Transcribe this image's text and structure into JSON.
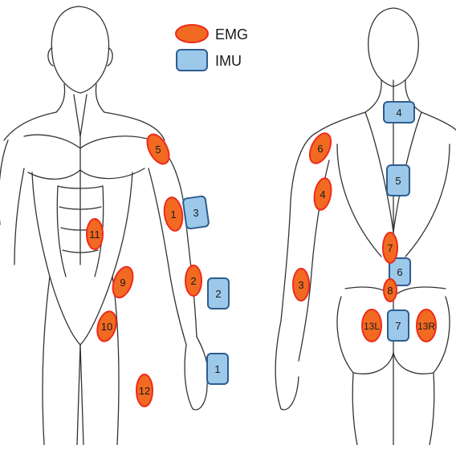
{
  "legend": {
    "emg_label": "EMG",
    "imu_label": "IMU"
  },
  "colors": {
    "emg_fill": "#f26a22",
    "emg_stroke": "#ee2a1b",
    "imu_fill": "#9cc8ea",
    "imu_stroke": "#2d5d8f",
    "line": "#333333"
  },
  "front": {
    "emg": [
      {
        "label": "5"
      },
      {
        "label": "1"
      },
      {
        "label": "11"
      },
      {
        "label": "2"
      },
      {
        "label": "9"
      },
      {
        "label": "10"
      },
      {
        "label": "12"
      }
    ],
    "imu": [
      {
        "label": "3"
      },
      {
        "label": "2"
      },
      {
        "label": "1"
      }
    ]
  },
  "back": {
    "emg": [
      {
        "label": "6"
      },
      {
        "label": "4"
      },
      {
        "label": "3"
      },
      {
        "label": "7"
      },
      {
        "label": "8"
      },
      {
        "label": "13L"
      },
      {
        "label": "13R"
      }
    ],
    "imu": [
      {
        "label": "4"
      },
      {
        "label": "5"
      },
      {
        "label": "6"
      },
      {
        "label": "7"
      }
    ]
  }
}
